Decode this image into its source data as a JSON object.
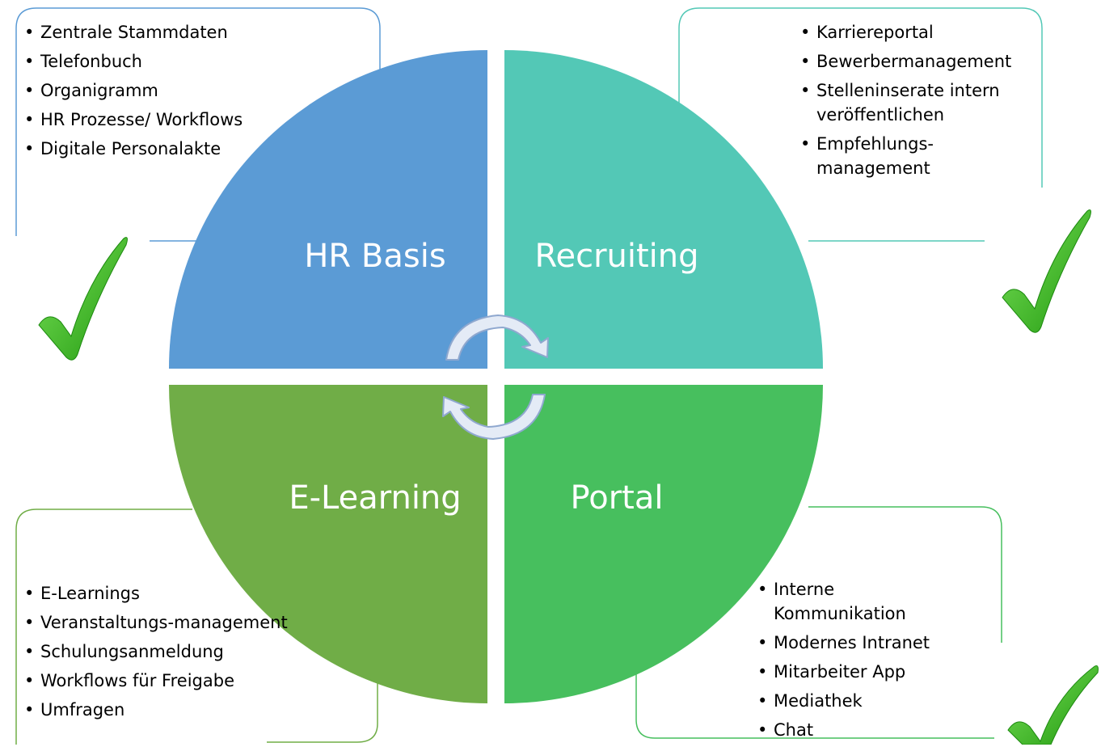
{
  "quadrants": {
    "hr_basis": {
      "label": "HR Basis",
      "color": "#5b9bd5",
      "items": [
        "Zentrale Stammdaten",
        "Telefonbuch",
        "Organigramm",
        "HR Prozesse/ Workflows",
        "Digitale Personalakte"
      ]
    },
    "recruiting": {
      "label": "Recruiting",
      "color": "#53c8b6",
      "items": [
        "Karriereportal",
        "Bewerbermanagement",
        "Stelleninserate intern veröffentlichen",
        "Empfehlungs-management"
      ]
    },
    "elearning": {
      "label": "E-Learning",
      "color": "#70ad47",
      "items": [
        "E-Learnings",
        "Veranstaltungs-management",
        "Schulungsanmeldung",
        "Workflows für Freigabe",
        "Umfragen"
      ]
    },
    "portal": {
      "label": "Portal",
      "color": "#47bf5e",
      "items": [
        "Interne Kommunikation",
        "Modernes Intranet",
        "Mitarbeiter App",
        "Mediathek",
        "Chat"
      ]
    }
  },
  "icons": {
    "checkmark": "checkmark-icon",
    "cycle": "cycle-arrows-icon"
  },
  "colors": {
    "checkmark": "#3cb521",
    "arrow_fill": "#e4ebf6",
    "arrow_stroke": "#8fa8cf"
  }
}
